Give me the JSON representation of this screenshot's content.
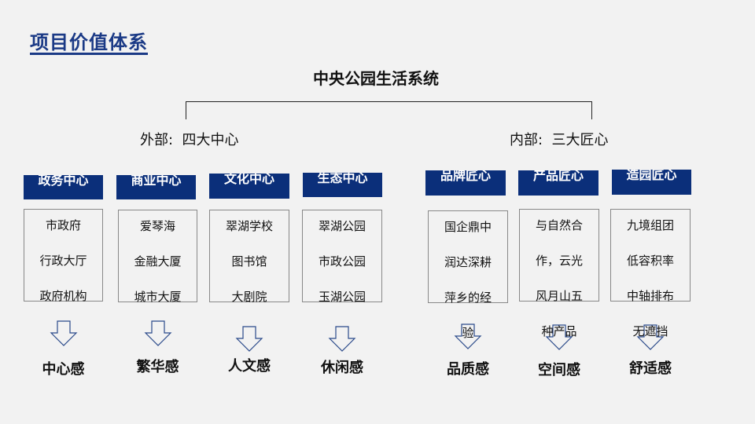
{
  "page_title": "项目价值体系",
  "root": "中央公园生活系统",
  "colors": {
    "navy": "#0b2f7a",
    "title": "#1b3a86",
    "background": "#f2f2f2"
  },
  "groups": [
    {
      "label": "外部:  四大中心",
      "columns": [
        {
          "header": "政务中心",
          "items": [
            "市政府",
            "行政大厅",
            "政府机构"
          ],
          "sense": "中心感"
        },
        {
          "header": "商业中心",
          "items": [
            "爱琴海",
            "金融大厦",
            "城市大厦"
          ],
          "sense": "繁华感"
        },
        {
          "header": "文化中心",
          "items": [
            "翠湖学校",
            "图书馆",
            "大剧院"
          ],
          "sense": "人文感"
        },
        {
          "header": "生态中心",
          "items": [
            "翠湖公园",
            "市政公园",
            "玉湖公园"
          ],
          "sense": "休闲感"
        }
      ]
    },
    {
      "label": "内部:  三大匠心",
      "columns": [
        {
          "header": "品牌匠心",
          "items": [
            "国企鼎中",
            "润达深耕",
            "萍乡的经",
            "验"
          ],
          "sense": "品质感"
        },
        {
          "header": "产品匠心",
          "items": [
            "与自然合",
            "作，云光",
            "风月山五",
            "种产品"
          ],
          "sense": "空间感"
        },
        {
          "header": "造园匠心",
          "items": [
            "九境组团",
            "低容积率",
            "中轴排布",
            "无遮挡"
          ],
          "sense": "舒适感"
        }
      ]
    }
  ]
}
